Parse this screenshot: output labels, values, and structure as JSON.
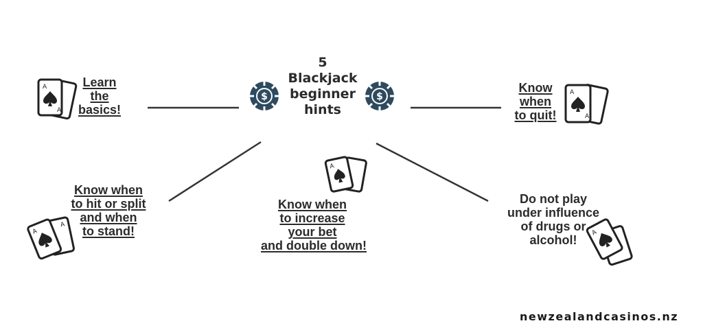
{
  "title": {
    "line1": "5",
    "line2": "Blackjack",
    "line3": "beginner",
    "line4": "hints"
  },
  "hints": {
    "basics": [
      "Learn",
      "the",
      "basics!"
    ],
    "quit": [
      "Know",
      "when",
      "to quit!"
    ],
    "hit_split": [
      "Know when",
      "to hit or split",
      "and when",
      "to stand!"
    ],
    "increase_bet": [
      "Know when",
      "to increase",
      "your bet",
      "and double down!"
    ],
    "influence": [
      "Do not play",
      "under influence",
      "of drugs or",
      "alcohol!"
    ]
  },
  "card_rank": "A",
  "chip_symbol": "$",
  "brand": "newzealandcasinos.nz",
  "colors": {
    "ink": "#2b2b2b",
    "chip": "#2e4a5f",
    "background": "#ffffff"
  },
  "icons": [
    "poker-chip-icon",
    "ace-of-spades-cards-icon"
  ]
}
